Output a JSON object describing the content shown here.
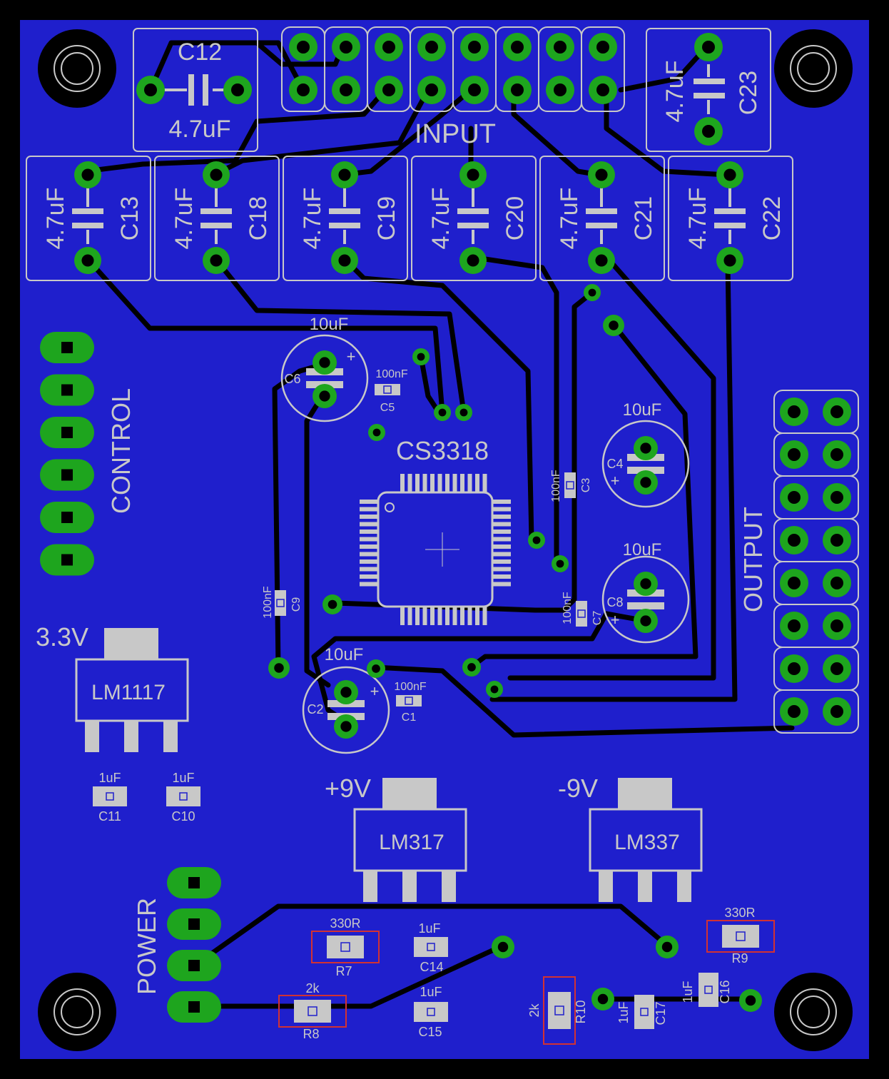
{
  "colors": {
    "background": "#000000",
    "board": "#1f1fcc",
    "trace": "#000000",
    "pad_ring": "#1ea51e",
    "pad_hole": "#000000",
    "silkscreen": "#c8c8c8",
    "smd_pad": "#c8c8c8",
    "highlight": "#d23232"
  },
  "labels": {
    "input": "INPUT",
    "output": "OUTPUT",
    "control": "CONTROL",
    "power": "POWER",
    "main_ic": "CS3318",
    "v33": "3.3V",
    "v9p": "+9V",
    "v9n": "-9V",
    "reg1": "LM1117",
    "reg2": "LM317",
    "reg3": "LM337"
  },
  "film_caps": [
    {
      "ref": "C12",
      "value": "4.7uF"
    },
    {
      "ref": "C23",
      "value": "4.7uF"
    },
    {
      "ref": "C13",
      "value": "4.7uF"
    },
    {
      "ref": "C18",
      "value": "4.7uF"
    },
    {
      "ref": "C19",
      "value": "4.7uF"
    },
    {
      "ref": "C20",
      "value": "4.7uF"
    },
    {
      "ref": "C21",
      "value": "4.7uF"
    },
    {
      "ref": "C22",
      "value": "4.7uF"
    }
  ],
  "electrolytics": [
    {
      "ref": "C6",
      "value": "10uF",
      "polarity": "+"
    },
    {
      "ref": "C4",
      "value": "10uF",
      "polarity": "+"
    },
    {
      "ref": "C8",
      "value": "10uF",
      "polarity": "+"
    },
    {
      "ref": "C2",
      "value": "10uF",
      "polarity": "+"
    }
  ],
  "smd_caps": [
    {
      "ref": "C5",
      "value": "100nF"
    },
    {
      "ref": "C3",
      "value": "100nF"
    },
    {
      "ref": "C9",
      "value": "100nF"
    },
    {
      "ref": "C7",
      "value": "100nF"
    },
    {
      "ref": "C1",
      "value": "100nF"
    },
    {
      "ref": "C11",
      "value": "1uF"
    },
    {
      "ref": "C10",
      "value": "1uF"
    },
    {
      "ref": "C14",
      "value": "1uF"
    },
    {
      "ref": "C15",
      "value": "1uF"
    },
    {
      "ref": "C17",
      "value": "1uF"
    },
    {
      "ref": "C16",
      "value": "1uF"
    }
  ],
  "resistors": [
    {
      "ref": "R7",
      "value": "330R"
    },
    {
      "ref": "R8",
      "value": "2k"
    },
    {
      "ref": "R9",
      "value": "330R"
    },
    {
      "ref": "R10",
      "value": "2k"
    }
  ],
  "headers": {
    "input": {
      "rows": 2,
      "cols": 8
    },
    "output": {
      "rows": 8,
      "cols": 2
    },
    "control": {
      "pins": 6
    },
    "power": {
      "pins": 4
    }
  },
  "main_ic": {
    "package": "QFP-48",
    "pins_per_side": 12
  }
}
